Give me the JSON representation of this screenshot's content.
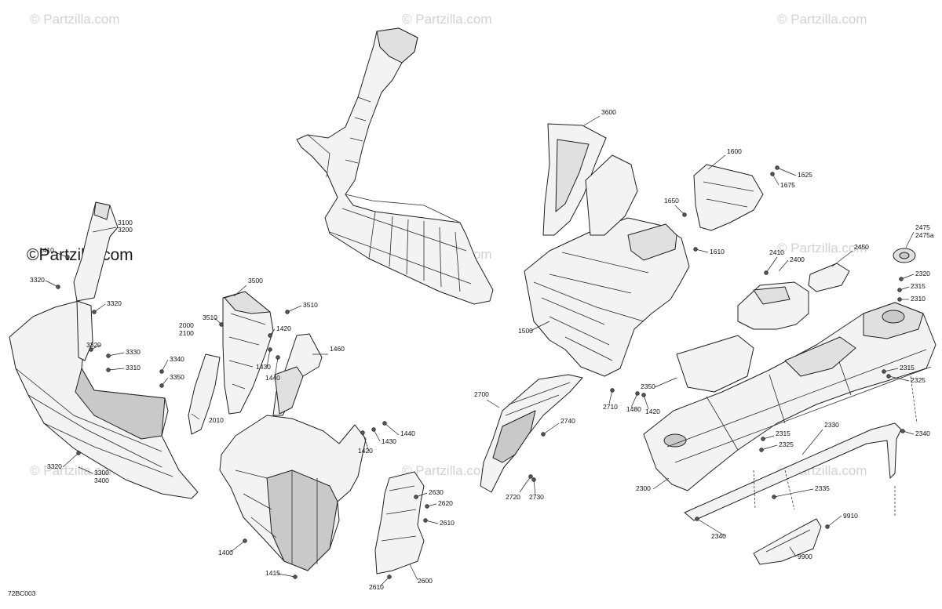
{
  "watermarks": {
    "brand": "© Partzilla.com",
    "main": "©Partzilla.com"
  },
  "figure_code": "72BC003",
  "callouts": [
    {
      "id": "3100",
      "text": "3100"
    },
    {
      "id": "3200",
      "text": "3200"
    },
    {
      "id": "1410",
      "text": "1410"
    },
    {
      "id": "3320a",
      "text": "3320"
    },
    {
      "id": "3320b",
      "text": "3320"
    },
    {
      "id": "3320c",
      "text": "3320"
    },
    {
      "id": "3320d",
      "text": "3320"
    },
    {
      "id": "3330",
      "text": "3330"
    },
    {
      "id": "3310",
      "text": "3310"
    },
    {
      "id": "3340",
      "text": "3340"
    },
    {
      "id": "3350",
      "text": "3350"
    },
    {
      "id": "3300",
      "text": "3300"
    },
    {
      "id": "3400",
      "text": "3400"
    },
    {
      "id": "2000",
      "text": "2000"
    },
    {
      "id": "2100",
      "text": "2100"
    },
    {
      "id": "2010",
      "text": "2010"
    },
    {
      "id": "3500",
      "text": "3500"
    },
    {
      "id": "3510a",
      "text": "3510"
    },
    {
      "id": "3510b",
      "text": "3510"
    },
    {
      "id": "1420a",
      "text": "1420"
    },
    {
      "id": "1420b",
      "text": "1420"
    },
    {
      "id": "1420c",
      "text": "1420"
    },
    {
      "id": "1430a",
      "text": "1430"
    },
    {
      "id": "1430b",
      "text": "1430"
    },
    {
      "id": "1440a",
      "text": "1440"
    },
    {
      "id": "1440b",
      "text": "1440"
    },
    {
      "id": "1460",
      "text": "1460"
    },
    {
      "id": "1400",
      "text": "1400"
    },
    {
      "id": "1415",
      "text": "1415"
    },
    {
      "id": "2630",
      "text": "2630"
    },
    {
      "id": "2620",
      "text": "2620"
    },
    {
      "id": "2610a",
      "text": "2610"
    },
    {
      "id": "2610b",
      "text": "2610"
    },
    {
      "id": "2600",
      "text": "2600"
    },
    {
      "id": "2700",
      "text": "2700"
    },
    {
      "id": "2740",
      "text": "2740"
    },
    {
      "id": "2720",
      "text": "2720"
    },
    {
      "id": "2730",
      "text": "2730"
    },
    {
      "id": "3600",
      "text": "3600"
    },
    {
      "id": "1500",
      "text": "1500"
    },
    {
      "id": "1600",
      "text": "1600"
    },
    {
      "id": "1625",
      "text": "1625"
    },
    {
      "id": "1675",
      "text": "1675"
    },
    {
      "id": "1650",
      "text": "1650"
    },
    {
      "id": "1610",
      "text": "1610"
    },
    {
      "id": "2710",
      "text": "2710"
    },
    {
      "id": "1480",
      "text": "1480"
    },
    {
      "id": "2410",
      "text": "2410"
    },
    {
      "id": "2400",
      "text": "2400"
    },
    {
      "id": "2450",
      "text": "2450"
    },
    {
      "id": "2475",
      "text": "2475"
    },
    {
      "id": "2475a",
      "text": "2475a"
    },
    {
      "id": "2320",
      "text": "2320"
    },
    {
      "id": "2315a",
      "text": "2315"
    },
    {
      "id": "2315b",
      "text": "2315"
    },
    {
      "id": "2315c",
      "text": "2315"
    },
    {
      "id": "2310",
      "text": "2310"
    },
    {
      "id": "2325a",
      "text": "2325"
    },
    {
      "id": "2325b",
      "text": "2325"
    },
    {
      "id": "2350",
      "text": "2350"
    },
    {
      "id": "2330",
      "text": "2330"
    },
    {
      "id": "2340a",
      "text": "2340"
    },
    {
      "id": "2340b",
      "text": "2340"
    },
    {
      "id": "2300",
      "text": "2300"
    },
    {
      "id": "2335",
      "text": "2335"
    },
    {
      "id": "9910",
      "text": "9910"
    },
    {
      "id": "9900",
      "text": "9900"
    }
  ]
}
